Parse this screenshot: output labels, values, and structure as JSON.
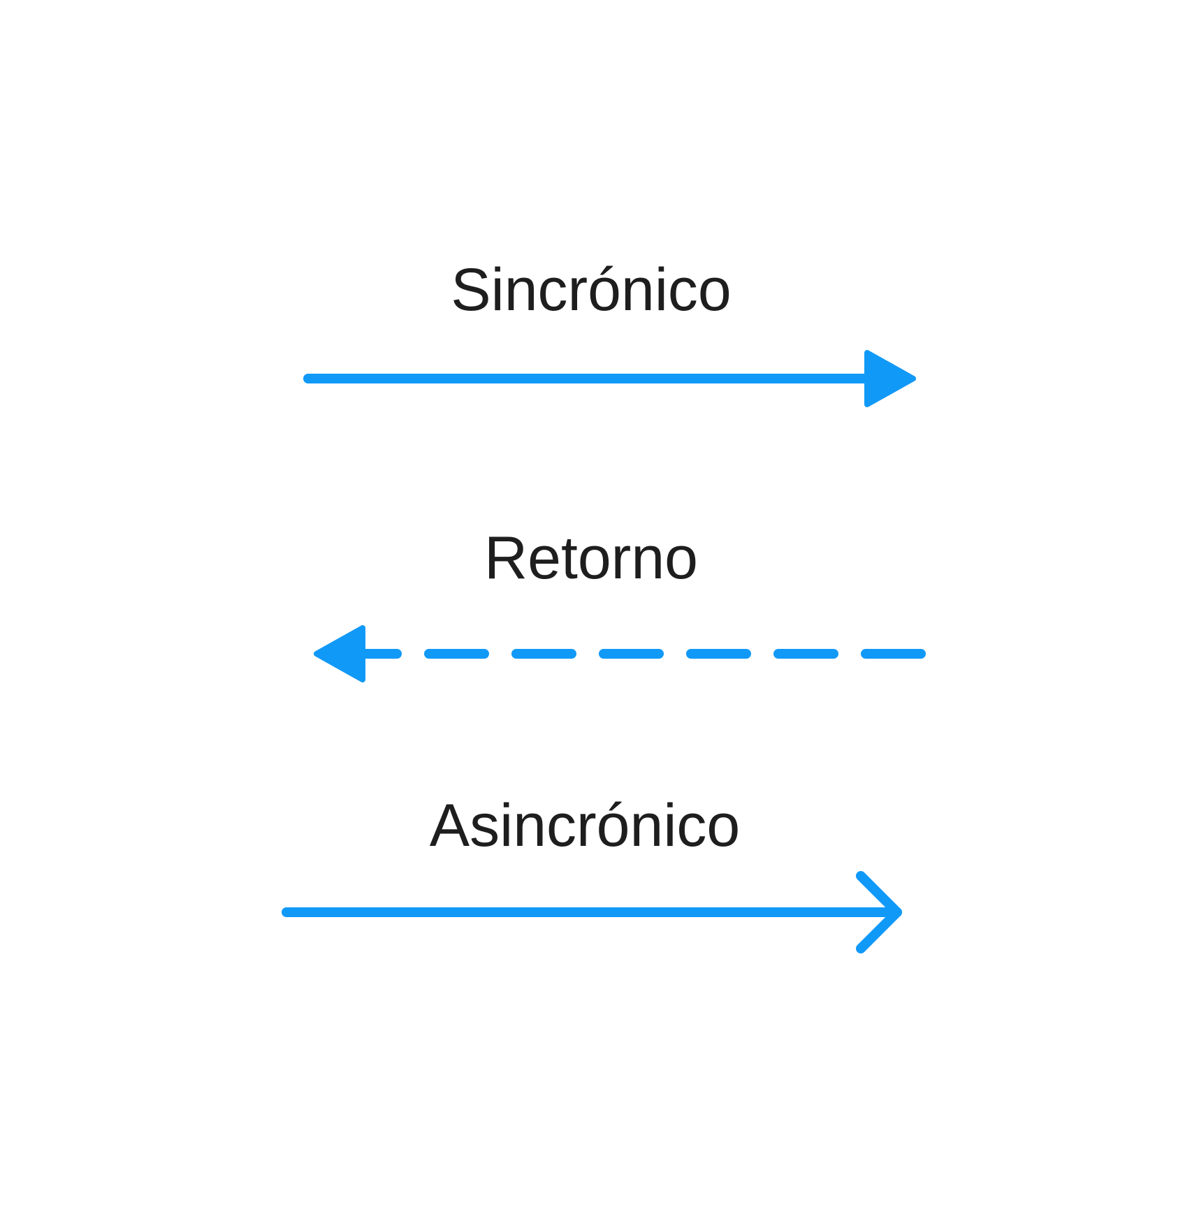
{
  "colors": {
    "arrow": "#1199f7",
    "text": "#1e1e1e",
    "background": "#ffffff"
  },
  "messages": [
    {
      "label": "Sincrónico",
      "line_style": "solid",
      "direction": "right",
      "head": "filled-triangle"
    },
    {
      "label": "Retorno",
      "line_style": "dashed",
      "direction": "left",
      "head": "filled-triangle"
    },
    {
      "label": "Asincrónico",
      "line_style": "solid",
      "direction": "right",
      "head": "open-chevron"
    }
  ]
}
